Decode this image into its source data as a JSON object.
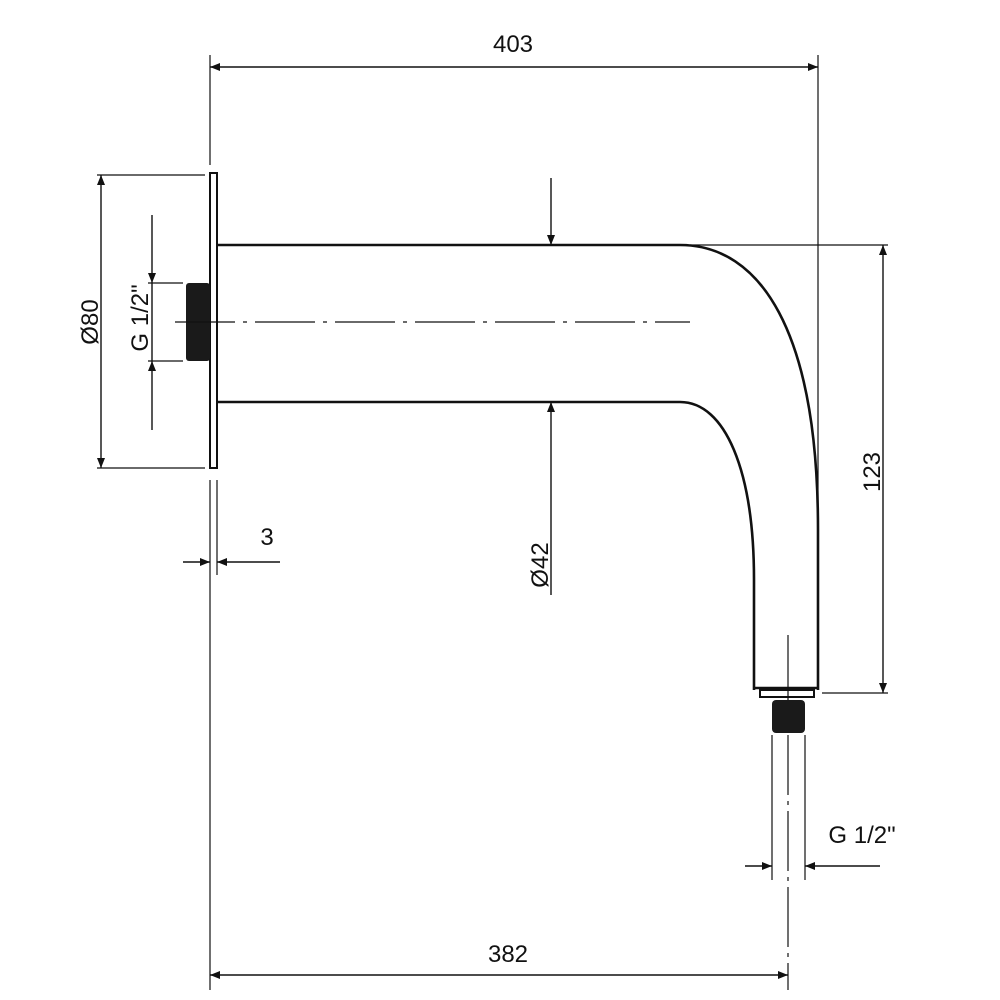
{
  "drawing": {
    "dimensions": {
      "overall_length": "403",
      "flange_diameter": "Ø80",
      "inlet_thread": "G 1/2\"",
      "flange_thickness": "3",
      "pipe_diameter": "Ø42",
      "drop_height": "123",
      "outlet_thread": "G 1/2\"",
      "outlet_offset": "382"
    },
    "colors": {
      "line": "#111111",
      "background": "#ffffff"
    }
  }
}
